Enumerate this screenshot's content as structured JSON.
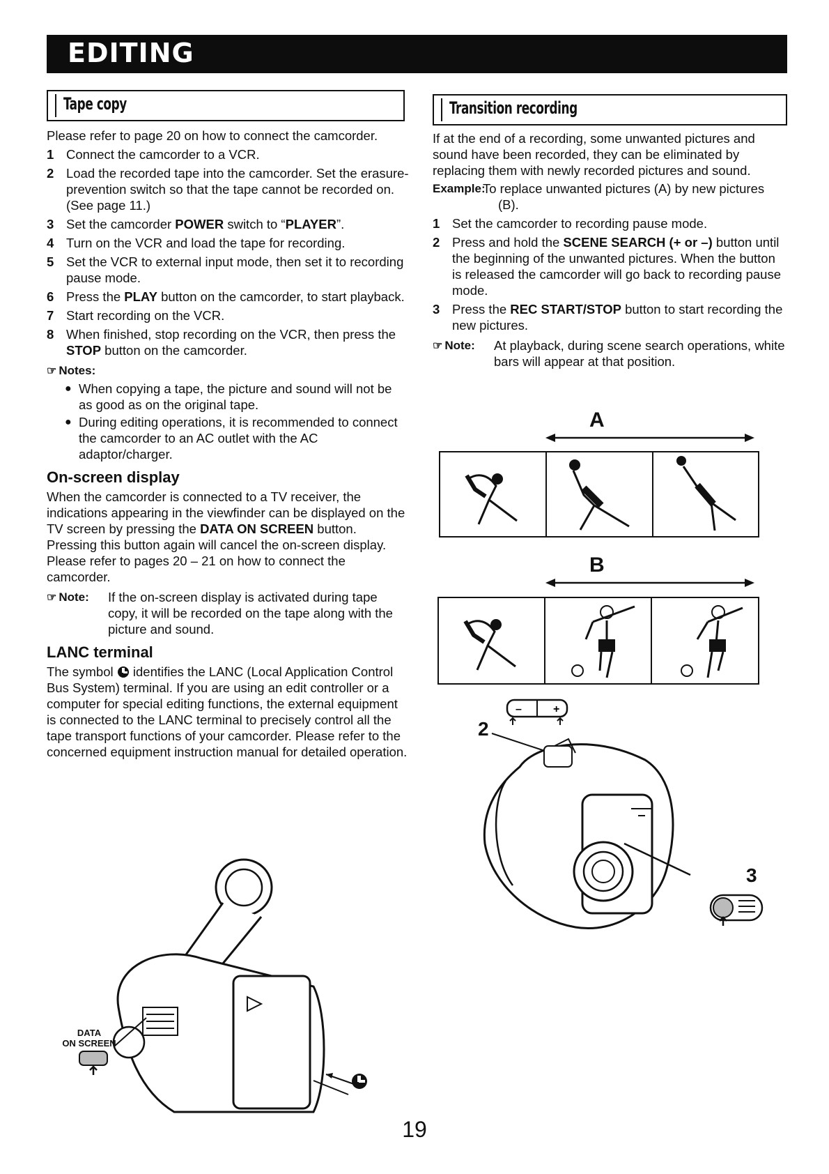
{
  "header": {
    "title": "EDITING"
  },
  "tape_copy": {
    "title": "Tape copy",
    "intro": "Please refer to page 20 on how to connect the camcorder.",
    "steps": [
      {
        "num": "1",
        "text": "Connect the camcorder to a VCR."
      },
      {
        "num": "2",
        "text": "Load the recorded tape into the camcorder. Set the erasure-prevention switch so that the tape cannot be recorded on. (See page 11.)"
      },
      {
        "num": "3",
        "pre": "Set the camcorder ",
        "b1": "POWER",
        "mid": " switch to “",
        "b2": "PLAYER",
        "post": "”."
      },
      {
        "num": "4",
        "text": "Turn on the VCR and load the tape for recording."
      },
      {
        "num": "5",
        "text": "Set the VCR to external input mode, then set it to recording pause mode."
      },
      {
        "num": "6",
        "pre": "Press the ",
        "b1": "PLAY",
        "post": " button on the camcorder, to start playback."
      },
      {
        "num": "7",
        "text": "Start recording on the VCR."
      },
      {
        "num": "8",
        "pre": "When finished, stop recording on the VCR, then press the ",
        "b1": "STOP",
        "post": " button on the camcorder."
      }
    ],
    "notes_label": "Notes:",
    "notes": [
      "When copying a tape, the picture and sound will not be as good as on the original tape.",
      "During editing operations, it is recommended to connect the camcorder to an AC outlet with the AC adaptor/charger."
    ]
  },
  "onscreen": {
    "title": "On-screen display",
    "pre": "When the camcorder is connected to a TV receiver, the indications appearing in the viewfinder can be displayed on the TV screen by pressing the ",
    "bold": "DATA ON SCREEN",
    "post": " button. Pressing this button again will cancel the on-screen display. Please refer to pages 20 – 21 on how to connect the camcorder.",
    "note_label": "Note:",
    "note": "If the on-screen display is activated during tape copy, it will be recorded on the tape along with the picture and sound."
  },
  "lanc": {
    "title": "LANC terminal",
    "pre": "The symbol ",
    "post": " identifies the LANC (Local Application Control Bus System) terminal. If you are using an edit controller or a computer for special editing functions, the external equipment is connected to the LANC terminal to precisely control all the tape transport functions of your camcorder. Please refer to the concerned equipment instruction manual for detailed operation."
  },
  "transition": {
    "title": "Transition recording",
    "intro": "If at the end of a recording, some unwanted pictures and sound have been recorded, they can be eliminated by replacing them with newly recorded pictures and sound.",
    "example_label": "Example",
    "example_text": "To replace unwanted pictures (A) by new pictures (B).",
    "steps": [
      {
        "num": "1",
        "text": "Set the camcorder to recording pause mode."
      },
      {
        "num": "2",
        "pre": "Press and hold the ",
        "b1": "SCENE SEARCH (+ or –)",
        "post": " button until the beginning of the unwanted pictures. When the button is released the camcorder will go back to recording pause mode."
      },
      {
        "num": "3",
        "pre": "Press the ",
        "b1": "REC START/STOP",
        "post": " button to start recording the new pictures."
      }
    ],
    "note_label": "Note:",
    "note": "At playback, during scene search operations, white bars will appear at that position."
  },
  "figures": {
    "label_a": "A",
    "label_b": "B",
    "callout_2": "2",
    "callout_3": "3",
    "data_on_screen_1": "DATA",
    "data_on_screen_2": "ON SCREEN"
  },
  "footer": {
    "page_number": "19"
  }
}
